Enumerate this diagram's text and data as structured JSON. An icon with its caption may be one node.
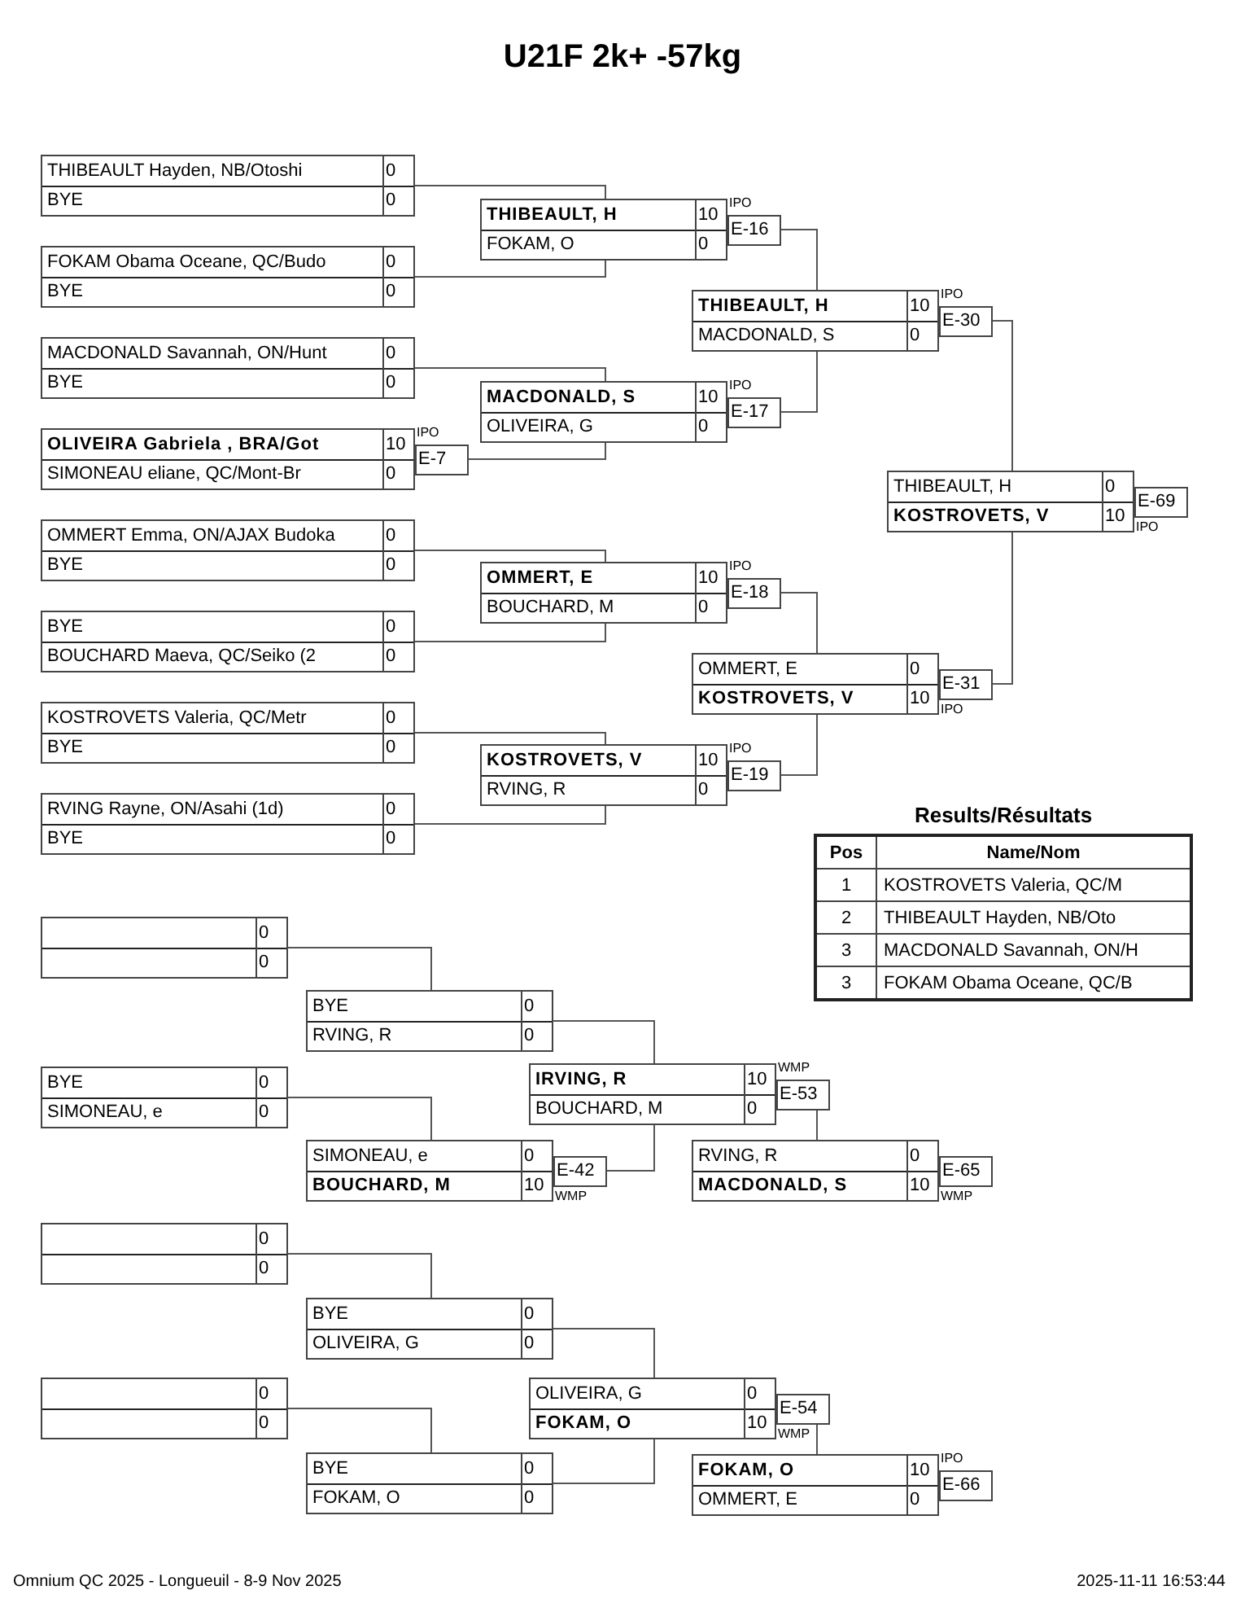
{
  "diagram": {
    "title": "U21F 2k+ -57kg",
    "nodes": [
      {
        "text": [
          "THIBEAULT Hayden, NB/Otoshi",
          "0",
          "BYE",
          "0"
        ]
      },
      {
        "text": [
          "FOKAM Obama Oceane, QC/Budo",
          "0",
          "BYE",
          "0"
        ]
      },
      {
        "text": [
          "MACDONALD Savannah, ON/Hunt",
          "0",
          "BYE",
          "0"
        ]
      },
      {
        "text": [
          "OLIVEIRA Gabriela , BRA/Got",
          "10",
          "SIMONEAU eliane, QC/Mont-Br",
          "0"
        ],
        "beside": [
          "IPO",
          "E-7"
        ]
      },
      {
        "text": [
          "OMMERT Emma, ON/AJAX Budoka",
          "0",
          "BYE",
          "0"
        ]
      },
      {
        "text": [
          "BYE",
          "0",
          "BOUCHARD Maeva, QC/Seiko (2",
          "0"
        ]
      },
      {
        "text": [
          "KOSTROVETS Valeria, QC/Metr",
          "0",
          "BYE",
          "0"
        ]
      },
      {
        "text": [
          "RVING Rayne, ON/Asahi (1d)",
          "0",
          "BYE",
          "0"
        ]
      },
      {
        "text": [
          "THIBEAULT, H",
          "10",
          "FOKAM, O",
          "0"
        ],
        "beside": [
          "IPO",
          "E-16"
        ]
      },
      {
        "text": [
          "MACDONALD, S",
          "10",
          "OLIVEIRA, G",
          "0"
        ],
        "beside": [
          "IPO",
          "E-17"
        ]
      },
      {
        "text": [
          "OMMERT, E",
          "10",
          "BOUCHARD, M",
          "0"
        ],
        "beside": [
          "IPO",
          "E-18"
        ]
      },
      {
        "text": [
          "KOSTROVETS, V",
          "10",
          "RVING, R",
          "0"
        ],
        "beside": [
          "IPO",
          "E-19"
        ]
      },
      {
        "text": [
          "THIBEAULT, H",
          "10",
          "MACDONALD, S",
          "0"
        ],
        "beside": [
          "IPO",
          "E-30"
        ]
      },
      {
        "text": [
          "OMMERT, E",
          "0",
          "KOSTROVETS, V",
          "10"
        ],
        "beside": [
          "E-31",
          "IPO"
        ]
      },
      {
        "text": [
          "THIBEAULT, H",
          "0",
          "KOSTROVETS, V",
          "10"
        ],
        "beside": [
          "E-69",
          "IPO"
        ]
      },
      {
        "text": [
          "0",
          "0"
        ]
      },
      {
        "text": [
          "BYE",
          "0",
          "RVING, R",
          "0"
        ]
      },
      {
        "text": [
          "BYE",
          "0",
          "SIMONEAU, e",
          "0"
        ]
      },
      {
        "text": [
          "SIMONEAU, e",
          "0",
          "BOUCHARD, M",
          "10"
        ],
        "beside": [
          "E-42",
          "WMP"
        ]
      },
      {
        "text": [
          "IRVING, R",
          "10",
          "BOUCHARD, M",
          "0"
        ],
        "beside": [
          "WMP",
          "E-53"
        ]
      },
      {
        "text": [
          "RVING, R",
          "0",
          "MACDONALD, S",
          "10"
        ],
        "beside": [
          "E-65",
          "WMP"
        ]
      },
      {
        "text": [
          "0",
          "0"
        ]
      },
      {
        "text": [
          "BYE",
          "0",
          "OLIVEIRA, G",
          "0"
        ]
      },
      {
        "text": [
          "0",
          "0"
        ]
      },
      {
        "text": [
          "BYE",
          "0",
          "FOKAM, O",
          "0"
        ]
      },
      {
        "text": [
          "OLIVEIRA, G",
          "0",
          "FOKAM, O",
          "10"
        ],
        "beside": [
          "E-54",
          "WMP"
        ]
      },
      {
        "text": [
          "FOKAM, O",
          "10",
          "OMMERT, E",
          "0"
        ],
        "beside": [
          "IPO",
          "E-66"
        ]
      }
    ],
    "edges": [
      {
        "from": 0,
        "to": 8,
        "arrow": "none"
      },
      {
        "from": 1,
        "to": 8,
        "arrow": "none"
      },
      {
        "from": 2,
        "to": 9,
        "arrow": "none"
      },
      {
        "from": 3,
        "to": 9,
        "arrow": "none"
      },
      {
        "from": 4,
        "to": 10,
        "arrow": "none"
      },
      {
        "from": 5,
        "to": 10,
        "arrow": "none"
      },
      {
        "from": 6,
        "to": 11,
        "arrow": "none"
      },
      {
        "from": 7,
        "to": 11,
        "arrow": "none"
      },
      {
        "from": 8,
        "to": 12,
        "arrow": "none"
      },
      {
        "from": 9,
        "to": 12,
        "arrow": "none"
      },
      {
        "from": 10,
        "to": 13,
        "arrow": "none"
      },
      {
        "from": 11,
        "to": 13,
        "arrow": "none"
      },
      {
        "from": 12,
        "to": 14,
        "arrow": "none"
      },
      {
        "from": 13,
        "to": 14,
        "arrow": "none"
      },
      {
        "from": 15,
        "to": 16,
        "arrow": "none"
      },
      {
        "from": 17,
        "to": 18,
        "arrow": "none"
      },
      {
        "from": 16,
        "to": 19,
        "arrow": "none"
      },
      {
        "from": 18,
        "to": 19,
        "arrow": "none"
      },
      {
        "from": 19,
        "to": 20,
        "arrow": "none"
      },
      {
        "from": 21,
        "to": 22,
        "arrow": "none"
      },
      {
        "from": 23,
        "to": 24,
        "arrow": "none"
      },
      {
        "from": 22,
        "to": 25,
        "arrow": "none"
      },
      {
        "from": 24,
        "to": 25,
        "arrow": "none"
      },
      {
        "from": 25,
        "to": 26,
        "arrow": "none"
      }
    ],
    "labels": [
      "Results/Résultats",
      "Pos",
      "Name/Nom",
      "1",
      "KOSTROVETS Valeria, QC/M",
      "2",
      "THIBEAULT Hayden, NB/Oto",
      "3",
      "MACDONALD Savannah, ON/H",
      "3",
      "FOKAM Obama Oceane, QC/B",
      "Omnium QC 2025 - Longueuil - 8-9 Nov 2025",
      "2025-11-11 16:53:44"
    ]
  }
}
